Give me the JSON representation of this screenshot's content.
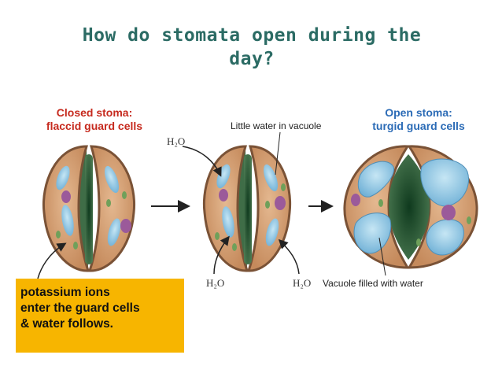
{
  "title": {
    "line1": "How do stomata open during the",
    "line2": "day?"
  },
  "diagram": {
    "closed_label": {
      "line1": "Closed stoma:",
      "line2": "flaccid guard cells"
    },
    "open_label": {
      "line1": "Open stoma:",
      "line2": "turgid guard cells"
    },
    "little_water": "Little water in vacuole",
    "h2o_top": "H₂O",
    "h2o_bottom_left": "H₂O",
    "h2o_bottom_right": "H₂O",
    "vacuole_filled": "Vacuole filled with water"
  },
  "callout": {
    "line1": "potassium ions",
    "line2": "enter the guard cells",
    "line3": "& water follows."
  },
  "colors": {
    "title": "#2b6b64",
    "closed_label": "#c62a1e",
    "open_label": "#2b6bb6",
    "callout_bg": "#f7b500",
    "cell_fill": "#d9a77a",
    "vacuole": "#8cc4e0",
    "nucleus": "#9b5a9a",
    "chloroplast": "#6fa05a"
  }
}
